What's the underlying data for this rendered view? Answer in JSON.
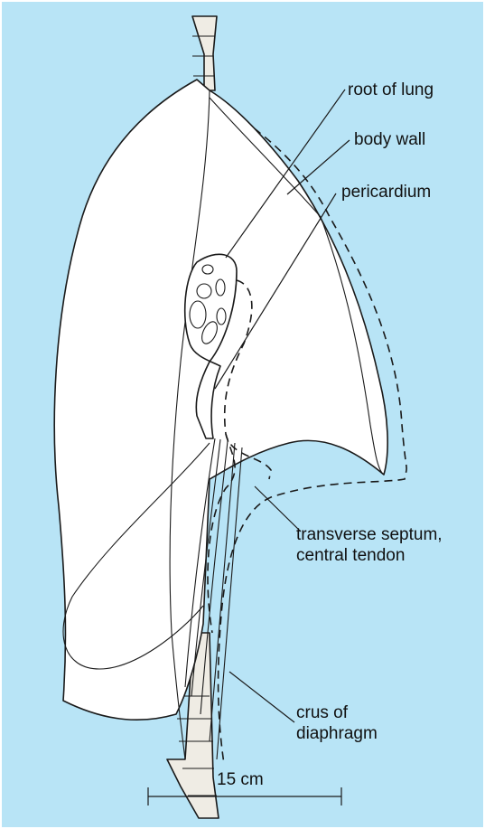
{
  "colors": {
    "background": "#b8e4f6",
    "ink": "#1a1a1a",
    "organ_fill": "#ffffff",
    "bone_fill": "#efece4"
  },
  "labels": {
    "root_of_lung": "root of lung",
    "body_wall": "body wall",
    "pericardium": "pericardium",
    "transverse_septum_line1": "transverse septum,",
    "transverse_septum_line2": "central tendon",
    "crus_line1": "crus of",
    "crus_line2": "diaphragm"
  },
  "scale_bar": {
    "label": "15 cm",
    "length_cm": 15
  }
}
